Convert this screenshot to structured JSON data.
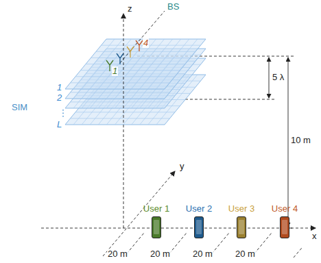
{
  "diagram": {
    "nodes": [
      {
        "text": [
          "User 1"
        ]
      },
      {
        "text": [
          "User 2"
        ]
      },
      {
        "text": [
          "User 3"
        ]
      },
      {
        "text": [
          "User 4"
        ]
      }
    ],
    "labels": [
      "z",
      "BS",
      "SIM",
      "1",
      "2",
      "L",
      "1",
      "4",
      "5 λ",
      "10 m",
      "y",
      "x",
      "20 m",
      "20 m",
      "20 m",
      "20 m"
    ]
  }
}
